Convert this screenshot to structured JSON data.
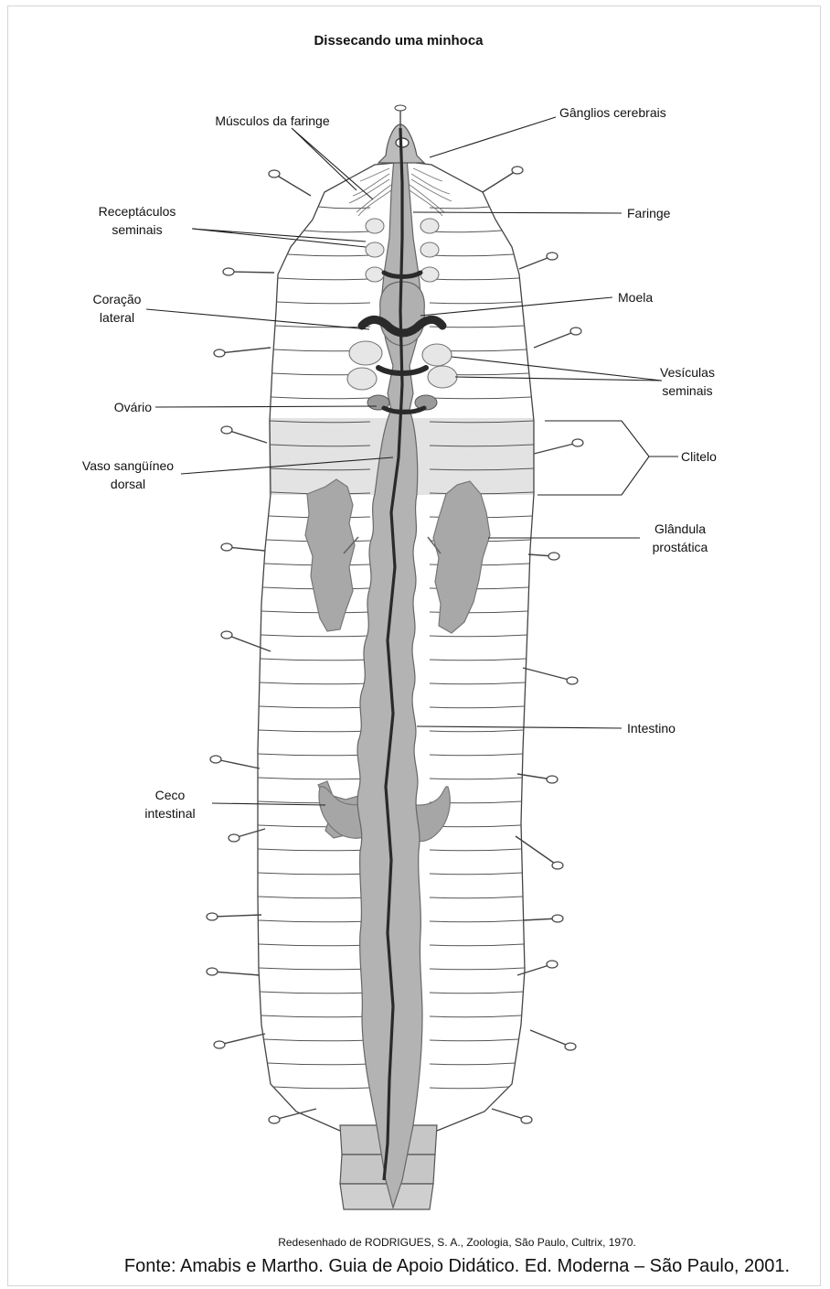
{
  "title": "Dissecando uma minhoca",
  "labels": {
    "musculos_faringe": "Músculos da faringe",
    "ganglios": "Gânglios cerebrais",
    "receptaculos_1": "Receptáculos",
    "receptaculos_2": "seminais",
    "faringe": "Faringe",
    "coracao_1": "Coração",
    "coracao_2": "lateral",
    "moela": "Moela",
    "vesiculas_1": "Vesículas",
    "vesiculas_2": "seminais",
    "ovario": "Ovário",
    "clitelo": "Clitelo",
    "vaso_1": "Vaso sangüíneo",
    "vaso_2": "dorsal",
    "glandula_1": "Glândula",
    "glandula_2": "prostática",
    "intestino": "Intestino",
    "ceco_1": "Ceco",
    "ceco_2": "intestinal"
  },
  "source_line": "Redesenhado de RODRIGUES, S. A., Zoologia, São Paulo, Cultrix, 1970.",
  "fonte_line": "Fonte: Amabis e Martho. Guia de Apoio Didático. Ed. Moderna – São Paulo, 2001.",
  "colors": {
    "organ_fill": "#b3b3b3",
    "organ_dark": "#2a2a2a",
    "clitellum": "#e3e3e3",
    "seminal": "#e8e8e8"
  }
}
